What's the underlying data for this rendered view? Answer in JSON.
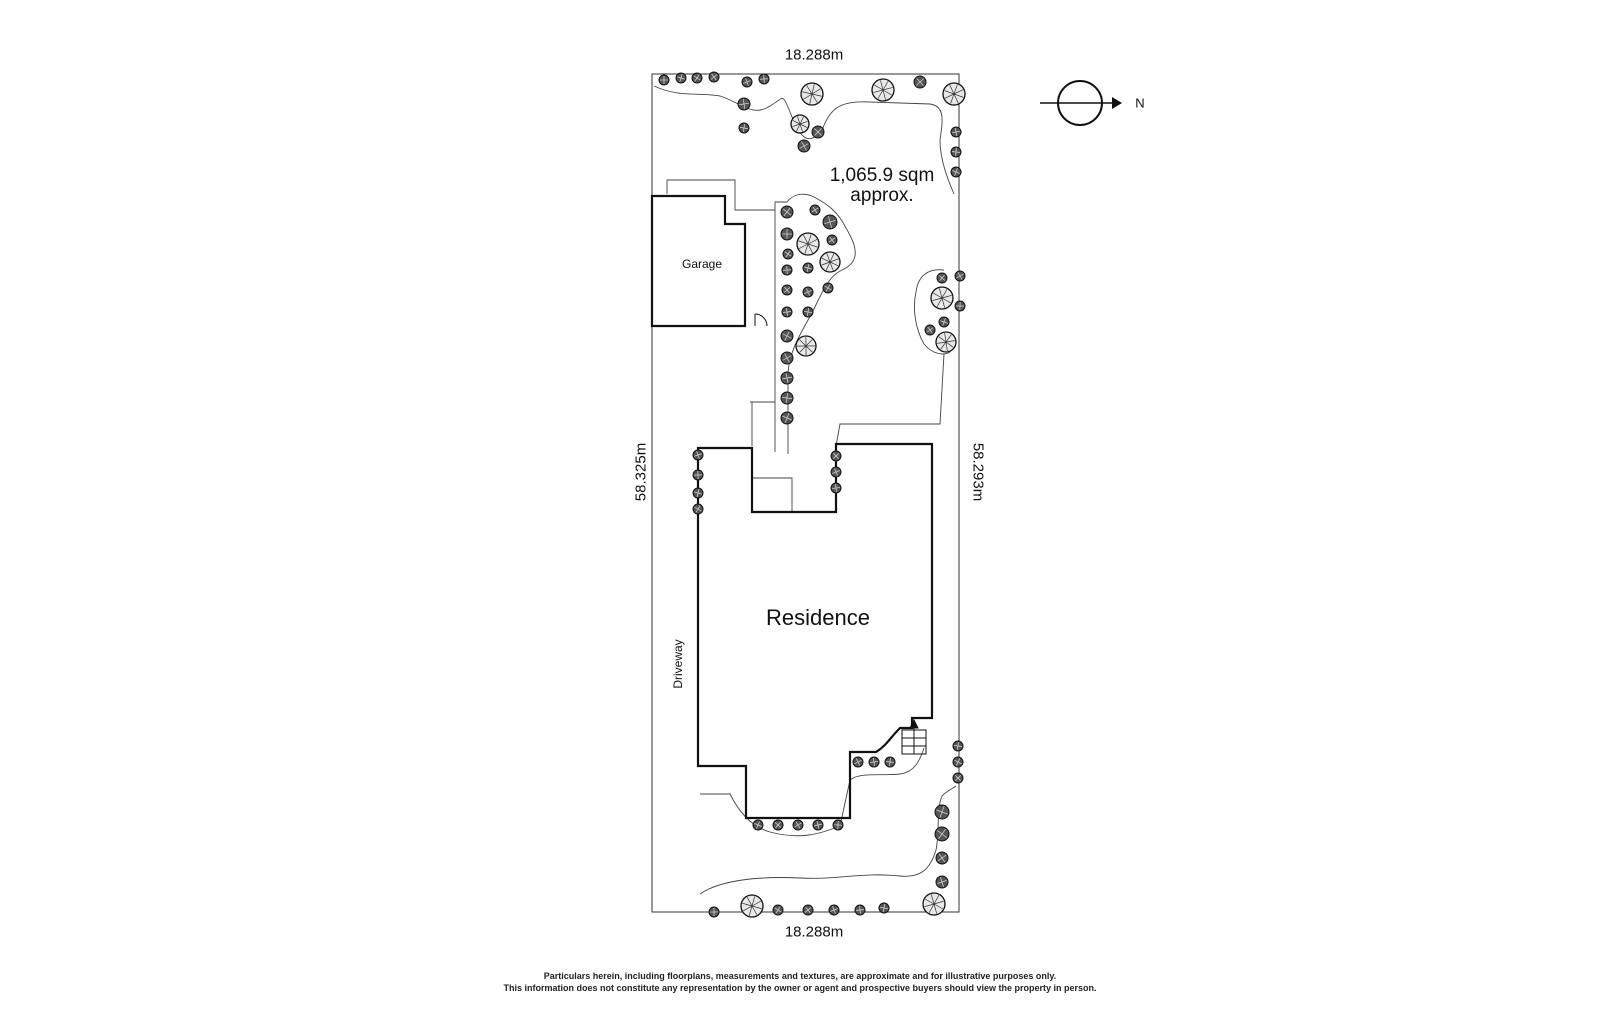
{
  "site_plan": {
    "dimensions": {
      "top": "18.288m",
      "bottom": "18.288m",
      "left": "58.325m",
      "right": "58.293m"
    },
    "area_line1": "1,065.9 sqm",
    "area_line2": "approx.",
    "labels": {
      "residence": "Residence",
      "garage": "Garage",
      "driveway": "Driveway"
    },
    "north_label": "N"
  },
  "disclaimer": {
    "line1": "Particulars herein, including floorplans, measurements and textures, are approximate and for illustrative purposes only.",
    "line2": "This information does not constitute any representation by the owner or agent and prospective buyers should view the property in person."
  },
  "colors": {
    "ink": "#111111",
    "paper": "#ffffff"
  }
}
